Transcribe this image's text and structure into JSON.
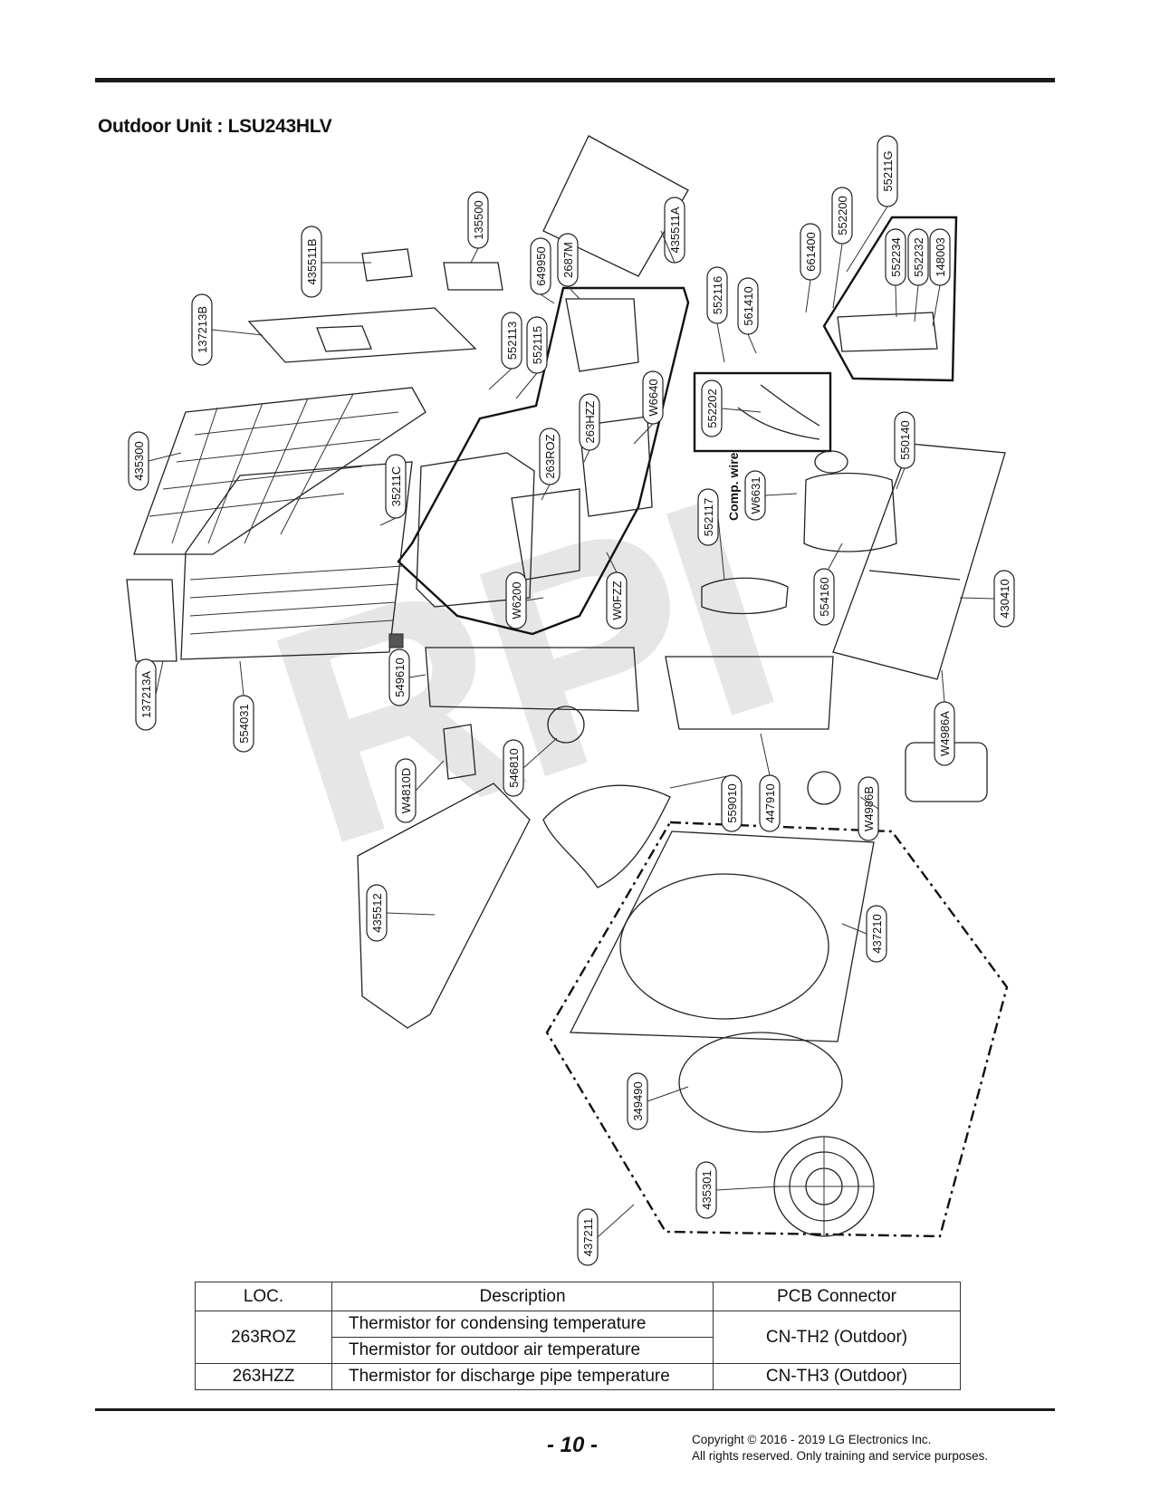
{
  "page": {
    "title": "Outdoor Unit : LSU243HLV",
    "watermark": "RPI",
    "page_number": "- 10 -",
    "copyright_line1": "Copyright © 2016 - 2019 LG Electronics Inc.",
    "copyright_line2": "All rights reserved. Only training and service purposes."
  },
  "diagram": {
    "comp_wire_label": "Comp. wire",
    "part_labels": [
      "55211G",
      "552200",
      "661400",
      "552234",
      "552232",
      "148003",
      "435511A",
      "2687M",
      "649950",
      "135500",
      "435511B",
      "137213B",
      "552113",
      "552115",
      "552116",
      "561410",
      "552202",
      "W6640",
      "263HZZ",
      "263ROZ",
      "35211C",
      "435300",
      "550140",
      "W6631",
      "552117",
      "554160",
      "430410",
      "W6200",
      "W0FZZ",
      "137213A",
      "554031",
      "549610",
      "W4810D",
      "546810",
      "559010",
      "447910",
      "W4986B",
      "W4986A",
      "435512",
      "437210",
      "349490",
      "435301",
      "437211"
    ]
  },
  "table": {
    "headers": {
      "loc": "LOC.",
      "description": "Description",
      "pcb": "PCB Connector"
    },
    "rows": [
      {
        "loc": "263ROZ",
        "descriptions": [
          "Thermistor for condensing temperature",
          "Thermistor for outdoor air temperature"
        ],
        "pcb": "CN-TH2 (Outdoor)"
      },
      {
        "loc": "263HZZ",
        "descriptions": [
          "Thermistor for discharge pipe temperature"
        ],
        "pcb": "CN-TH3 (Outdoor)"
      }
    ]
  }
}
